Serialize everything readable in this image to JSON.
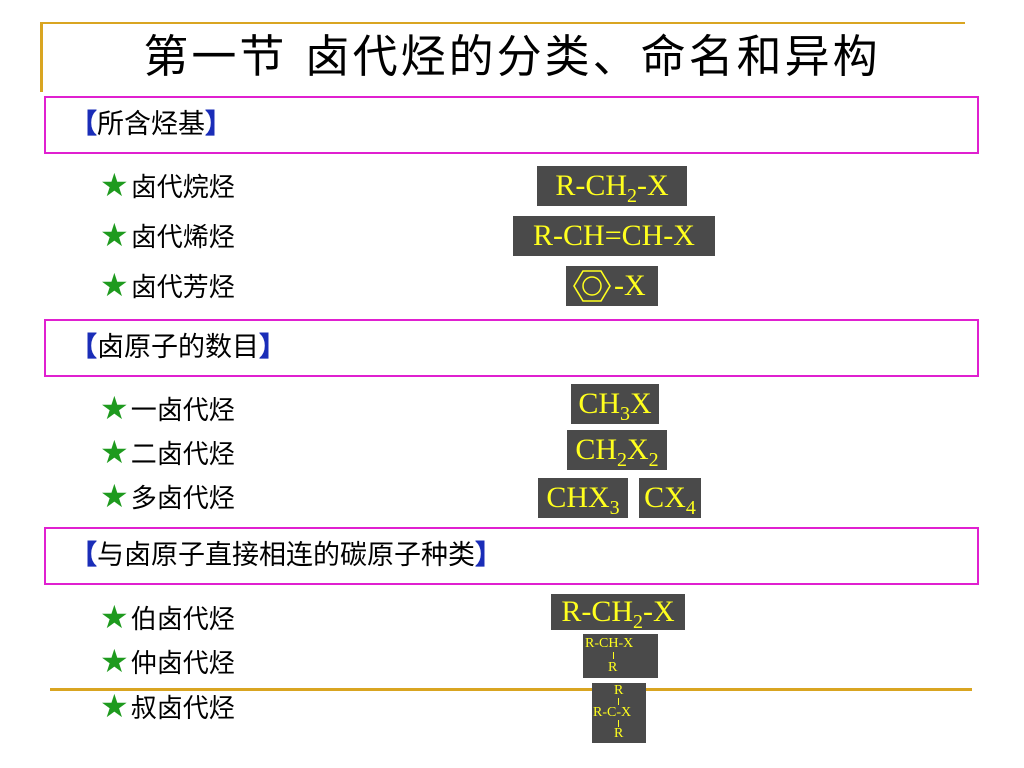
{
  "title": "第一节 卤代烃的分类、命名和异构",
  "sections": [
    {
      "open": "【",
      "label": "所含烃基",
      "close": "】",
      "items": [
        {
          "star": "★",
          "label": "卤代烷烃"
        },
        {
          "star": "★",
          "label": "卤代烯烃"
        },
        {
          "star": "★",
          "label": "卤代芳烃"
        }
      ]
    },
    {
      "open": "【",
      "label": "卤原子的数目",
      "close": "】",
      "items": [
        {
          "star": "★",
          "label": "一卤代烃"
        },
        {
          "star": "★",
          "label": "二卤代烃"
        },
        {
          "star": "★",
          "label": "多卤代烃"
        }
      ]
    },
    {
      "open": "【",
      "label": "与卤原子直接相连的碳原子种类",
      "close": "】",
      "items": [
        {
          "star": "★",
          "label": "伯卤代烃"
        },
        {
          "star": "★",
          "label": "仲卤代烃"
        },
        {
          "star": "★",
          "label": "叔卤代烃"
        }
      ]
    }
  ],
  "formulas": {
    "alkyl": {
      "a": "R-CH",
      "s": "2",
      "b": "-X"
    },
    "alkenyl": "R-CH=CH-X",
    "aryl_x": "-X",
    "mono": {
      "a": "CH",
      "s": "3",
      "b": "X"
    },
    "di": {
      "a": "CH",
      "s1": "2",
      "b": "X",
      "s2": "2"
    },
    "poly1": {
      "a": "CHX",
      "s": "3"
    },
    "poly2": {
      "a": "CX",
      "s": "4"
    },
    "primary": {
      "a": "R-CH",
      "s": "2",
      "b": "-X"
    },
    "secondary": {
      "top": "R-CH-X",
      "bottom": "R"
    },
    "tertiary": {
      "top": "R",
      "mid": "R-C-X",
      "bottom": "R"
    }
  },
  "colors": {
    "box_border": "#e020d0",
    "bracket": "#1a2db8",
    "star": "#1e9a1e",
    "formula_bg": "#4a4a4a",
    "formula_text": "#ffff1e",
    "rule": "#d9a521"
  }
}
